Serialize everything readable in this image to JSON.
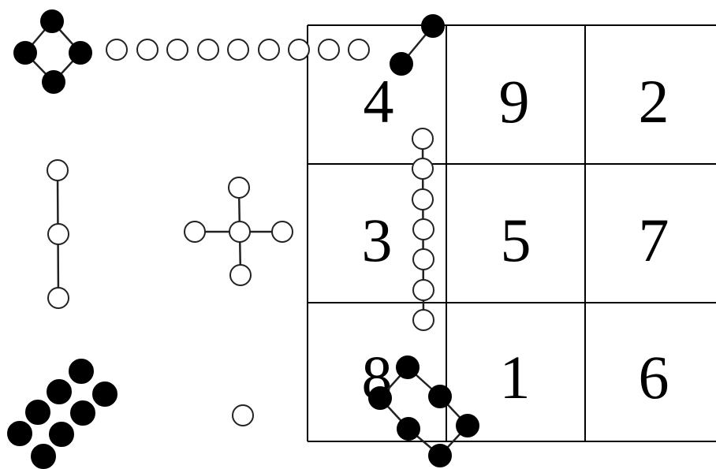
{
  "magic_square": {
    "rows": [
      [
        "4",
        "9",
        "2"
      ],
      [
        "3",
        "5",
        "7"
      ],
      [
        "8",
        "1",
        "6"
      ]
    ]
  },
  "dot_groups": [
    {
      "name": "filled-diamond-4",
      "style": "filled",
      "count": 4
    },
    {
      "name": "open-chain-9",
      "style": "open",
      "count": 9
    },
    {
      "name": "filled-pair-2",
      "style": "filled",
      "count": 2
    },
    {
      "name": "open-vertical-3",
      "style": "open",
      "count": 3
    },
    {
      "name": "open-cross-5",
      "style": "open",
      "count": 5
    },
    {
      "name": "open-column-7",
      "style": "open",
      "count": 7
    },
    {
      "name": "filled-block-8",
      "style": "filled",
      "count": 8
    },
    {
      "name": "open-single-1",
      "style": "open",
      "count": 1
    },
    {
      "name": "filled-hexagon-6",
      "style": "filled",
      "count": 6
    }
  ],
  "colors": {
    "ink": "#000000",
    "open_fill": "#ffffff",
    "background": "#ffffff"
  }
}
